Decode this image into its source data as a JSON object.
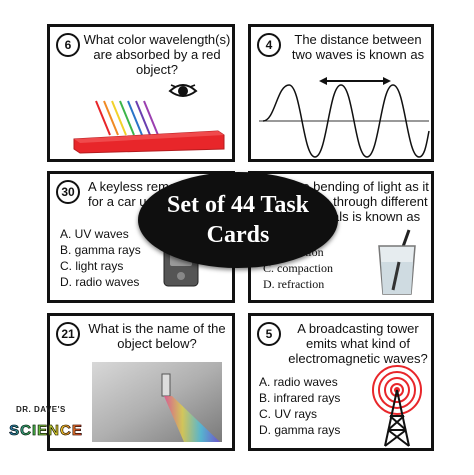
{
  "overlay": {
    "line1": "Set of 44 Task",
    "line2": "Cards"
  },
  "cards": {
    "c6": {
      "number": "6",
      "question": "What color wavelength(s) are absorbed by a red object?"
    },
    "c4": {
      "number": "4",
      "question": "The distance between two waves is known as"
    },
    "c30": {
      "number": "30",
      "question": "A keyless remote system for a car uses",
      "options": [
        "A. UV waves",
        "B. gamma rays",
        "C. light rays",
        "D. radio waves"
      ]
    },
    "c7": {
      "number": "7",
      "question": "The bending of light as it passes through different materials is known as",
      "options": [
        "B. refraction",
        "C. compaction",
        "D. refraction"
      ]
    },
    "c21": {
      "number": "21",
      "question": "What is the name of the object below?"
    },
    "c5": {
      "number": "5",
      "question": "A broadcasting tower emits what kind of electromagnetic waves?",
      "options": [
        "A. radio waves",
        "B. infrared rays",
        "C. UV rays",
        "D. gamma rays"
      ]
    }
  },
  "logo": {
    "top": "DR. DAVE'S",
    "main": "SCIENCE"
  },
  "colors": {
    "red_block": "#e8262a",
    "border": "#111111",
    "oval": "#0f0f0f"
  }
}
